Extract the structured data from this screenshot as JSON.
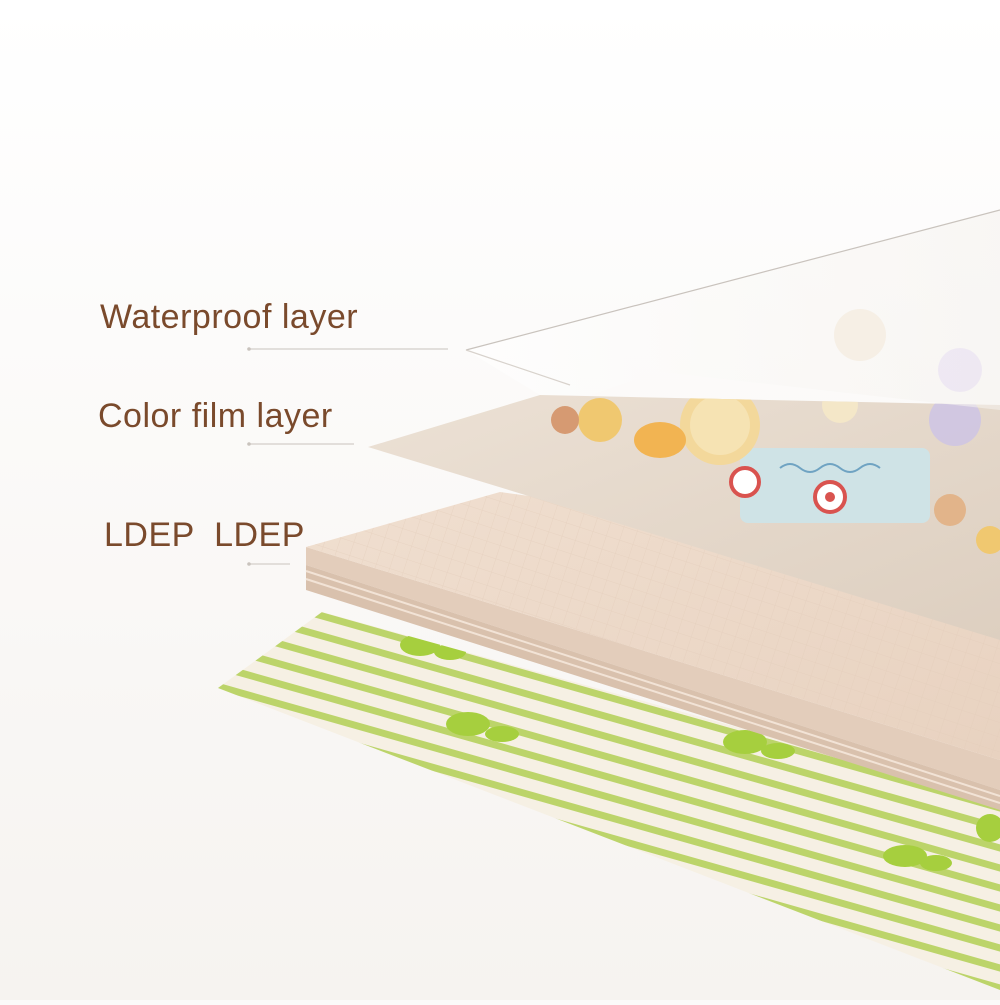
{
  "labels": {
    "waterproof": "Waterproof layer",
    "color_film": "Color film layer",
    "ldep": "LDEP  LDEP"
  },
  "colors": {
    "label_text": "#7a4a2c",
    "leader_line": "#c9c3bd",
    "background": "#fbfaf9",
    "stripe_green": "#bcd46a",
    "foam_pink": "#ecd8c8",
    "film_beige": "#e6d9cb"
  }
}
